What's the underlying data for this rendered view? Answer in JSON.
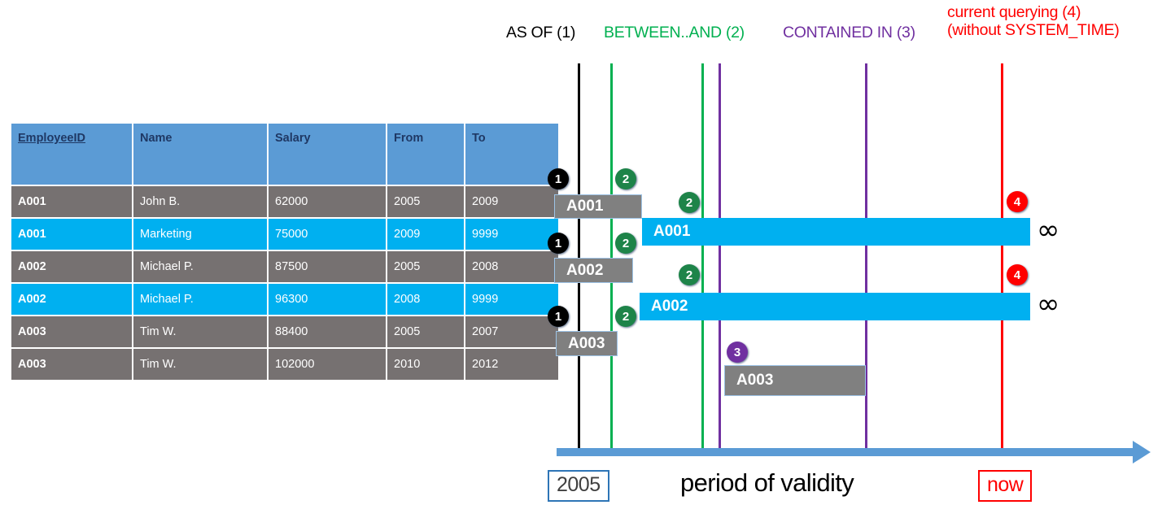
{
  "table": {
    "columns": [
      "EmployeeID",
      "Name",
      "Salary",
      "From",
      "To"
    ],
    "rows": [
      {
        "style": "gray",
        "id": "A001",
        "name": "John  B.",
        "salary": "62000",
        "from": "2005",
        "to": "2009"
      },
      {
        "style": "blue",
        "id": "A001",
        "name": "Marketing",
        "salary": "75000",
        "from": "2009",
        "to": "9999"
      },
      {
        "style": "gray",
        "id": "A002",
        "name": "Michael P.",
        "salary": "87500",
        "from": "2005",
        "to": "2008"
      },
      {
        "style": "blue",
        "id": "A002",
        "name": "Michael P.",
        "salary": "96300",
        "from": "2008",
        "to": "9999"
      },
      {
        "style": "gray",
        "id": "A003",
        "name": "Tim W.",
        "salary": "88400",
        "from": "2005",
        "to": "2007"
      },
      {
        "style": "gray",
        "id": "A003",
        "name": "Tim W.",
        "salary": "102000",
        "from": "2010",
        "to": "2012"
      }
    ]
  },
  "diagram": {
    "legend": [
      {
        "label": "AS OF (1)",
        "color": "#000000"
      },
      {
        "label": "BETWEEN..AND (2)",
        "color": "#00B050"
      },
      {
        "label": "CONTAINED IN (3)",
        "color": "#7030A0"
      }
    ],
    "legend_current_line1": "current querying (4)",
    "legend_current_line2": "(without SYSTEM_TIME)",
    "bars": [
      {
        "label": "A001",
        "style": "gray"
      },
      {
        "label": "A001",
        "style": "blue"
      },
      {
        "label": "A002",
        "style": "gray"
      },
      {
        "label": "A002",
        "style": "blue"
      },
      {
        "label": "A003",
        "style": "gray"
      },
      {
        "label": "A003",
        "style": "gray"
      }
    ],
    "markers": {
      "as_of": "1",
      "between": "2",
      "contained_in": "3",
      "current": "4"
    },
    "infinity_symbol": "∞",
    "axis": {
      "start_label": "2005",
      "title": "period of validity",
      "end_label": "now"
    },
    "colors": {
      "as_of": "#000000",
      "between": "#00B050",
      "contained_in": "#7030A0",
      "current": "#FF0000",
      "axis": "#5B9BD5",
      "history_bar": "#808080",
      "current_bar": "#00B0F0",
      "table_header": "#5B9BD5"
    }
  }
}
